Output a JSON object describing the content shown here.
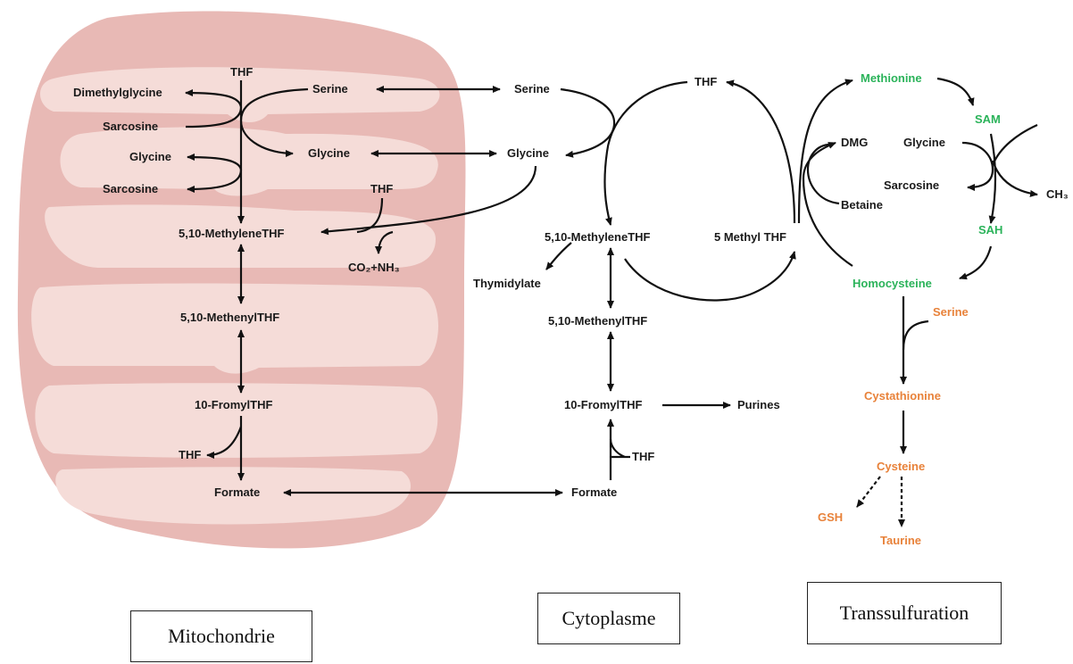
{
  "labels": {
    "thf_mito_top": "THF",
    "serine_mito": "Serine",
    "dimethylglycine": "Dimethylglycine",
    "sarcosine_1": "Sarcosine",
    "glycine_mito_left": "Glycine",
    "sarcosine_2": "Sarcosine",
    "glycine_mito": "Glycine",
    "thf_mito_mid": "THF",
    "methylene_mito": "5,10-MethyleneTHF",
    "co2_nh3": "CO₂+NH₃",
    "methenyl_mito": "5,10-MethenylTHF",
    "formyl_mito": "10-FromylTHF",
    "thf_mito_bottom": "THF",
    "formate_mito": "Formate",
    "serine_cyto": "Serine",
    "glycine_cyto": "Glycine",
    "thf_cyto_top": "THF",
    "methylene_cyto": "5,10-MethyleneTHF",
    "thymidylate": "Thymidylate",
    "methyl_thf": "5 Methyl THF",
    "methenyl_cyto": "5,10-MethenylTHF",
    "formyl_cyto": "10-FromylTHF",
    "purines": "Purines",
    "thf_cyto_bottom": "THF",
    "formate_cyto": "Formate",
    "dmg": "DMG",
    "betaine": "Betaine",
    "methionine": "Methionine",
    "sam": "SAM",
    "glycine_trans": "Glycine",
    "sarcosine_trans": "Sarcosine",
    "ch3": "CH₃",
    "sah": "SAH",
    "homocysteine": "Homocysteine",
    "serine_trans": "Serine",
    "cystathionine": "Cystathionine",
    "cysteine": "Cysteine",
    "gsh": "GSH",
    "taurine": "Taurine"
  },
  "boxes": {
    "mitochondrie": "Mitochondrie",
    "cytoplasme": "Cytoplasme",
    "transsulfuration": "Transsulfuration"
  },
  "colors": {
    "mito_outer": "#e8b9b5",
    "mito_inner": "#f5dcd8",
    "green_text": "#2bb35a",
    "orange_text": "#e8823a",
    "arrow": "#111111"
  }
}
